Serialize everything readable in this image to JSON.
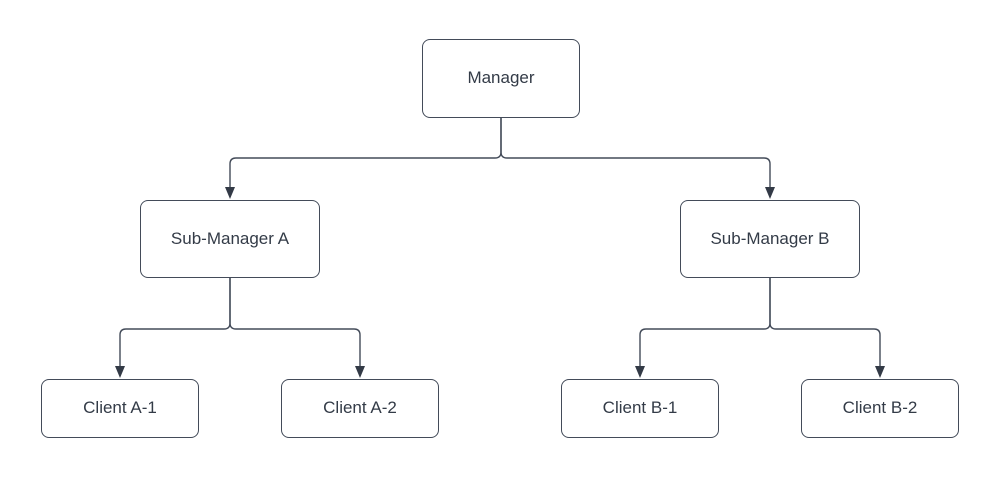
{
  "diagram": {
    "type": "org-chart-tree",
    "background_color": "#ffffff",
    "node_fill_color": "#ffffff",
    "node_border_color": "#434b59",
    "connector_color": "#434b59",
    "arrowhead_color": "#333a46",
    "text_color": "#333b47",
    "nodes": {
      "manager": {
        "label": "Manager"
      },
      "sub_a": {
        "label": "Sub-Manager A"
      },
      "sub_b": {
        "label": "Sub-Manager B"
      },
      "client_a1": {
        "label": "Client A-1"
      },
      "client_a2": {
        "label": "Client A-2"
      },
      "client_b1": {
        "label": "Client B-1"
      },
      "client_b2": {
        "label": "Client B-2"
      }
    },
    "edges": [
      {
        "from": "Manager",
        "to": "Sub-Manager A",
        "arrow": "filled-triangle"
      },
      {
        "from": "Manager",
        "to": "Sub-Manager B",
        "arrow": "filled-triangle"
      },
      {
        "from": "Sub-Manager A",
        "to": "Client A-1",
        "arrow": "filled-triangle"
      },
      {
        "from": "Sub-Manager A",
        "to": "Client A-2",
        "arrow": "filled-triangle"
      },
      {
        "from": "Sub-Manager B",
        "to": "Client B-1",
        "arrow": "filled-triangle"
      },
      {
        "from": "Sub-Manager B",
        "to": "Client B-2",
        "arrow": "filled-triangle"
      }
    ]
  }
}
